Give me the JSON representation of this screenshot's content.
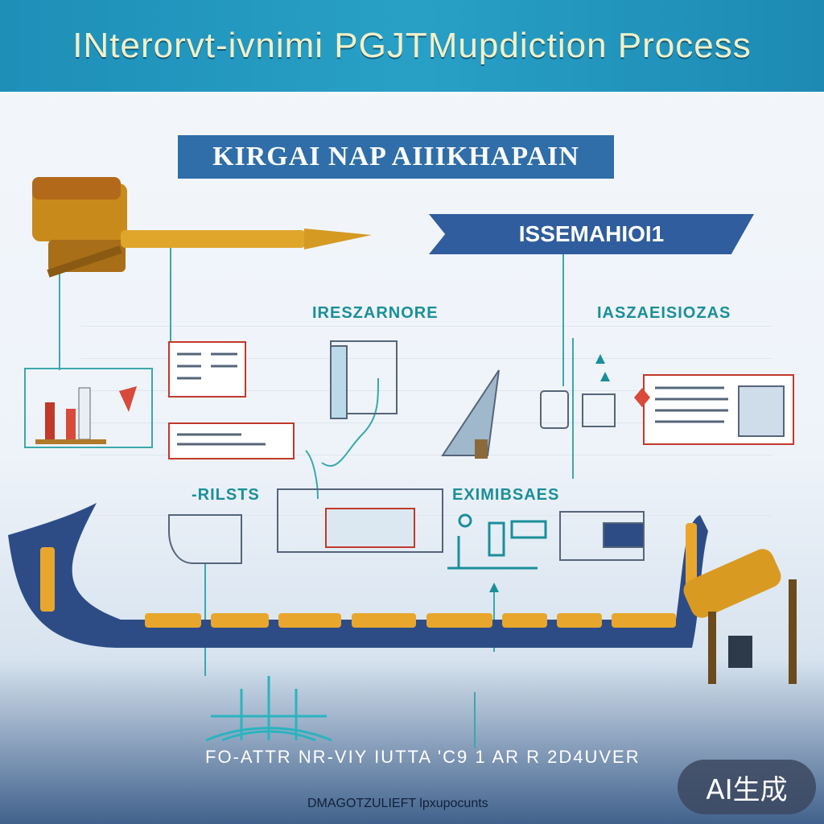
{
  "header": {
    "title": "INterorvt-ivnimi PGJTMupdiction Process"
  },
  "banners": {
    "primary": "KIRGAI NAP AIIIKHAPAIN",
    "secondary": "ISSEMAHIOI1"
  },
  "section_labels": {
    "left_top": "IRESZARNORE",
    "right_top": "IASZAEISIOZAS",
    "left_bottom": "-RILSTS",
    "mid_bottom": "EXIMIBSAES"
  },
  "footer": {
    "line1": "FO-ATTR NR-VIY IUTTA 'C9 1 AR R 2D4UVER",
    "line2": "DMAGOTZULIEFT lpxupocunts"
  },
  "badge": {
    "label": "AI生成"
  },
  "colors": {
    "header_bg": "#1e8fb8",
    "title_text": "#f2f0c8",
    "banner_blue": "#2f6ea8",
    "label_teal": "#1a8f9a",
    "pipeline_navy": "#2d4c86",
    "pipeline_gold": "#e8a72c",
    "pen_gold": "#d99a22"
  },
  "icons": [
    "fountain-pen-icon",
    "microscope-icon",
    "globe-icon",
    "document-icon",
    "instrument-icon"
  ]
}
